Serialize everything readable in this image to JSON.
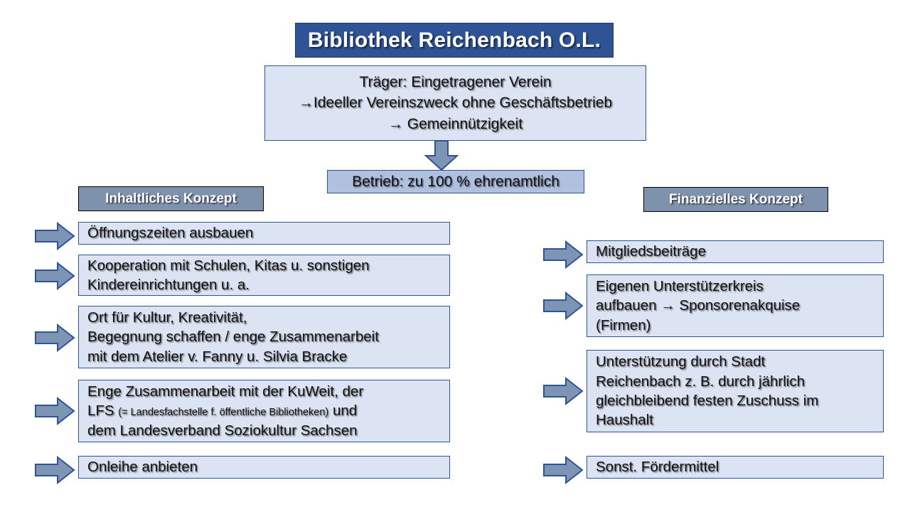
{
  "title": {
    "text": "Bibliothek  Reichenbach O.L.",
    "background": "#2E5496",
    "text_color": "#FFFFFF"
  },
  "traeger": {
    "lines": [
      "Träger: Eingetragener Verein",
      "→Ideeller Vereinszweck ohne Geschäftsbetrieb",
      "→ Gemeinnützigkeit"
    ],
    "background": "#DCE3F2",
    "border": "#2E5496"
  },
  "flow_arrow": {
    "icon": "arrow-down-icon",
    "fill": "#7E94B4",
    "stroke": "#2E5496"
  },
  "betrieb": {
    "text": "Betrieb: zu 100 % ehrenamtlich",
    "background": "#AFC1DF",
    "border": "#2E5496"
  },
  "columns": {
    "left": {
      "header": "Inhaltliches Konzept",
      "header_background": "#7E91AD",
      "items": [
        {
          "icon": "arrow-right-icon",
          "lines": [
            {
              "text": "Öffnungszeiten ausbauen"
            }
          ]
        },
        {
          "icon": "arrow-right-icon",
          "lines": [
            {
              "text": "Kooperation mit Schulen, Kitas u. sonstigen"
            },
            {
              "text": "Kindereinrichtungen u. a."
            }
          ]
        },
        {
          "icon": "arrow-right-icon",
          "lines": [
            {
              "text": "Ort für Kultur, Kreativität,"
            },
            {
              "text": "Begegnung schaffen / enge Zusammenarbeit"
            },
            {
              "text": "mit dem Atelier v. Fanny u. Silvia Bracke"
            }
          ]
        },
        {
          "icon": "arrow-right-icon",
          "lines": [
            {
              "text": "Enge Zusammenarbeit mit der KuWeit, der"
            },
            {
              "text": "LFS ",
              "small": "(= Landesfachstelle  f. öffentliche  Bibliotheken)",
              "after": " und"
            },
            {
              "text": "dem Landesverband Soziokultur Sachsen"
            }
          ]
        },
        {
          "icon": "arrow-right-icon",
          "lines": [
            {
              "text": "Onleihe anbieten"
            }
          ]
        }
      ]
    },
    "right": {
      "header": "Finanzielles Konzept",
      "header_background": "#7E91AD",
      "items": [
        {
          "icon": "arrow-right-icon",
          "lines": [
            {
              "text": "Mitgliedsbeiträge"
            }
          ]
        },
        {
          "icon": "arrow-right-icon",
          "lines": [
            {
              "text": "Eigenen Unterstützerkreis"
            },
            {
              "text": "aufbauen → Sponsorenakquise"
            },
            {
              "text": "(Firmen)"
            }
          ]
        },
        {
          "icon": "arrow-right-icon",
          "lines": [
            {
              "text": "Unterstützung durch Stadt"
            },
            {
              "text": "Reichenbach z. B. durch jährlich"
            },
            {
              "text": "gleichbleibend festen Zuschuss im"
            },
            {
              "text": "Haushalt"
            }
          ]
        },
        {
          "icon": "arrow-right-icon",
          "lines": [
            {
              "text": "Sonst. Fördermittel"
            }
          ]
        }
      ]
    }
  }
}
